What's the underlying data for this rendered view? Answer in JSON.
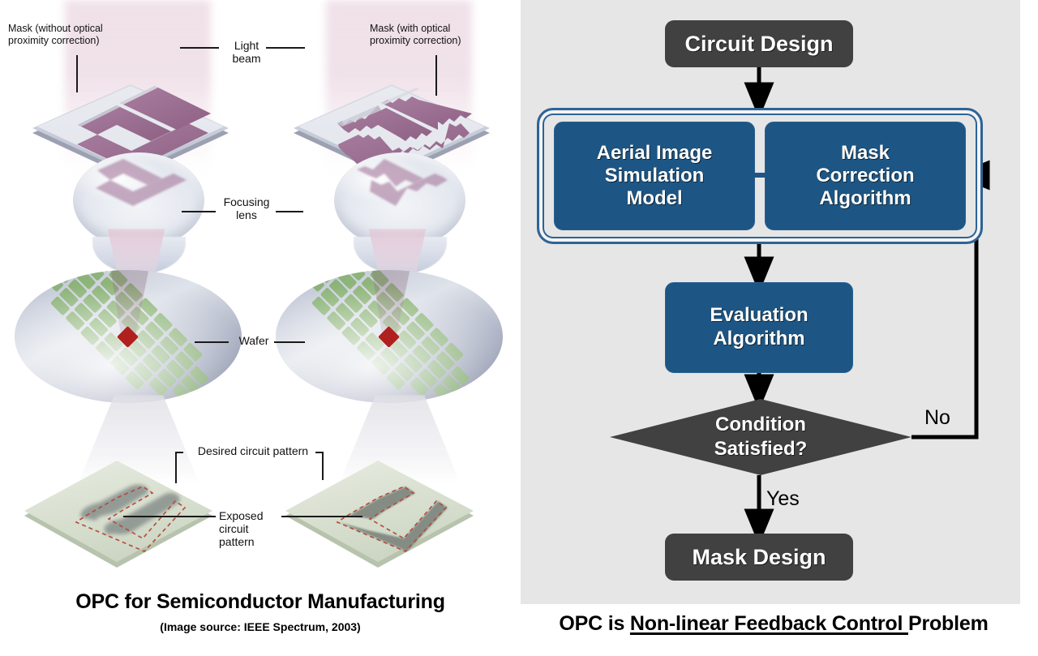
{
  "left": {
    "labels": {
      "mask_without": "Mask (without optical\nproximity correction)",
      "mask_with": "Mask (with optical\nproximity correction)",
      "light_beam": "Light\nbeam",
      "focusing_lens": "Focusing\nlens",
      "wafer": "Wafer",
      "desired_pattern": "Desired circuit pattern",
      "exposed_pattern": "Exposed\ncircuit\npattern"
    },
    "caption": "OPC for Semiconductor Manufacturing",
    "subcaption": "(Image source: IEEE Spectrum, 2003)"
  },
  "flowchart": {
    "nodes": {
      "circuit_design": "Circuit Design",
      "aerial_image": "Aerial Image\nSimulation\nModel",
      "mask_correction": "Mask\nCorrection\nAlgorithm",
      "evaluation": "Evaluation\nAlgorithm",
      "condition": "Condition\nSatisfied?",
      "mask_design": "Mask Design"
    },
    "edge_labels": {
      "no": "No",
      "yes": "Yes"
    }
  },
  "right": {
    "caption_prefix": "OPC is ",
    "caption_underlined": "Non-linear Feedback Control ",
    "caption_suffix": "Problem"
  },
  "colors": {
    "panel_bg": "#e6e6e6",
    "dark_node": "#414141",
    "blue_node": "#1d5684",
    "blue_border": "#2e6396",
    "mask_purple": "#9c6e92",
    "wafer_green": "#7fae63",
    "die_red": "#b0201e",
    "dashed_red": "#b44a3a"
  }
}
